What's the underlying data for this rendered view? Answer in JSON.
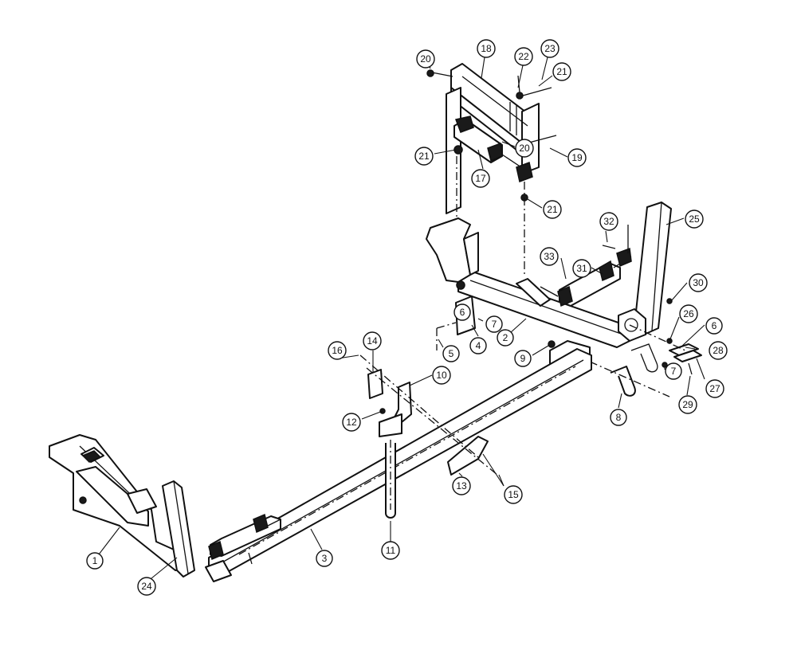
{
  "callouts": [
    {
      "id": "c20a",
      "label": "20"
    },
    {
      "id": "c18",
      "label": "18"
    },
    {
      "id": "c22",
      "label": "22"
    },
    {
      "id": "c23",
      "label": "23"
    },
    {
      "id": "c21a",
      "label": "21"
    },
    {
      "id": "c21b",
      "label": "21"
    },
    {
      "id": "c20b",
      "label": "20"
    },
    {
      "id": "c19",
      "label": "19"
    },
    {
      "id": "c17",
      "label": "17"
    },
    {
      "id": "c21c",
      "label": "21"
    },
    {
      "id": "c25",
      "label": "25"
    },
    {
      "id": "c32",
      "label": "32"
    },
    {
      "id": "c33",
      "label": "33"
    },
    {
      "id": "c31",
      "label": "31"
    },
    {
      "id": "c30",
      "label": "30"
    },
    {
      "id": "c6a",
      "label": "6"
    },
    {
      "id": "c7a",
      "label": "7"
    },
    {
      "id": "c4",
      "label": "4"
    },
    {
      "id": "c2",
      "label": "2"
    },
    {
      "id": "c5",
      "label": "5"
    },
    {
      "id": "c9",
      "label": "9"
    },
    {
      "id": "c26",
      "label": "26"
    },
    {
      "id": "c6b",
      "label": "6"
    },
    {
      "id": "c28",
      "label": "28"
    },
    {
      "id": "c7b",
      "label": "7"
    },
    {
      "id": "c27",
      "label": "27"
    },
    {
      "id": "c29",
      "label": "29"
    },
    {
      "id": "c8",
      "label": "8"
    },
    {
      "id": "c16",
      "label": "16"
    },
    {
      "id": "c14",
      "label": "14"
    },
    {
      "id": "c10",
      "label": "10"
    },
    {
      "id": "c12",
      "label": "12"
    },
    {
      "id": "c13",
      "label": "13"
    },
    {
      "id": "c15",
      "label": "15"
    },
    {
      "id": "c11",
      "label": "11"
    },
    {
      "id": "c3",
      "label": "3"
    },
    {
      "id": "c1",
      "label": "1"
    },
    {
      "id": "c24",
      "label": "24"
    }
  ]
}
